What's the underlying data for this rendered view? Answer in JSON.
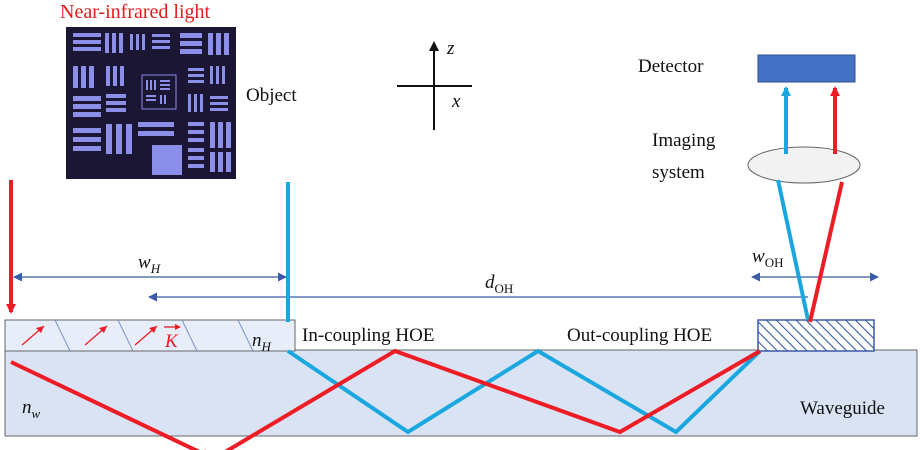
{
  "labels": {
    "source": "Near-infrared light",
    "object": "Object",
    "detector": "Detector",
    "imaging_line1": "Imaging",
    "imaging_line2": "system",
    "in_coupling": "In-coupling HOE",
    "out_coupling": "Out-coupling HOE",
    "waveguide": "Waveguide"
  },
  "symbols": {
    "axis_z": "z",
    "axis_x": "x",
    "w_base": "w",
    "w_sub": "H",
    "d_base": "d",
    "d_sub": "OH",
    "wo_base": "w",
    "wo_sub": "OH",
    "nh_base": "n",
    "nh_sub": "H",
    "nw_base": "n",
    "nw_sub": "w",
    "k_vector": "K"
  },
  "colors": {
    "red_ray": "#ee1c25",
    "blue_ray": "#1aa7e0",
    "waveguide_fill": "#d9e3f4",
    "waveguide_stroke": "#666666",
    "detector_fill": "#4472c4",
    "target_bg": "#1a1633",
    "target_bars": "#8c8fe8",
    "arrow_dim": "#3a5ba8",
    "label_red": "#e31a1c"
  },
  "icons": {
    "object_target": "resolution-target-icon",
    "lens": "lens-icon",
    "detector": "detector-icon"
  }
}
